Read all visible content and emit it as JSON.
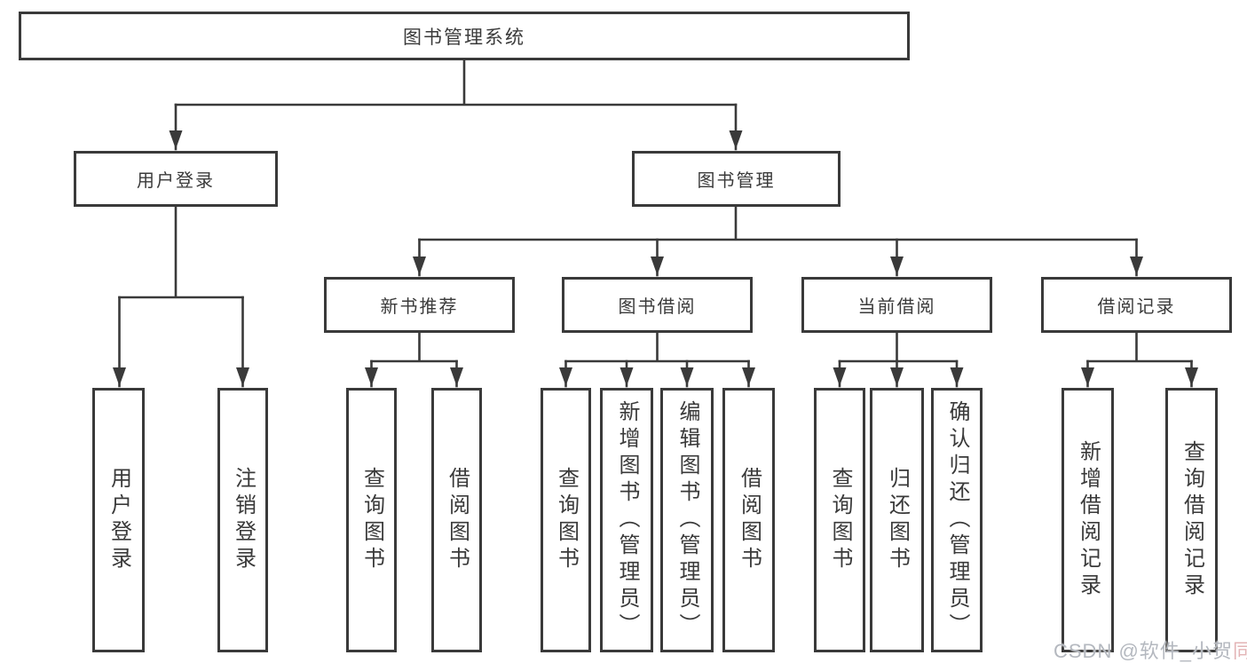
{
  "colors": {
    "background": "#ffffff",
    "line": "#3a3a3a",
    "box_border": "#3a3a3a",
    "text": "#3a3a3a",
    "watermark_main": "#b4b8bf",
    "watermark_tail": "#e3b4b6"
  },
  "tree": {
    "root": {
      "label": "图书管理系统"
    },
    "branches": [
      {
        "label": "用户登录",
        "children": [
          {
            "label": "用户登录"
          },
          {
            "label": "注销登录"
          }
        ]
      },
      {
        "label": "图书管理",
        "children": [
          {
            "label": "新书推荐",
            "children": [
              {
                "label": "查询图书"
              },
              {
                "label": "借阅图书"
              }
            ]
          },
          {
            "label": "图书借阅",
            "children": [
              {
                "label": "查询图书"
              },
              {
                "label": "新增图书（管理员）"
              },
              {
                "label": "编辑图书（管理员）"
              },
              {
                "label": "借阅图书"
              }
            ]
          },
          {
            "label": "当前借阅",
            "children": [
              {
                "label": "查询图书"
              },
              {
                "label": "归还图书"
              },
              {
                "label": "确认归还（管理员）"
              }
            ]
          },
          {
            "label": "借阅记录",
            "children": [
              {
                "label": "新增借阅记录"
              },
              {
                "label": "查询借阅记录"
              }
            ]
          }
        ]
      }
    ]
  },
  "watermark": {
    "text_main": "CSDN @软件_小贺",
    "text_tail": "同学"
  }
}
